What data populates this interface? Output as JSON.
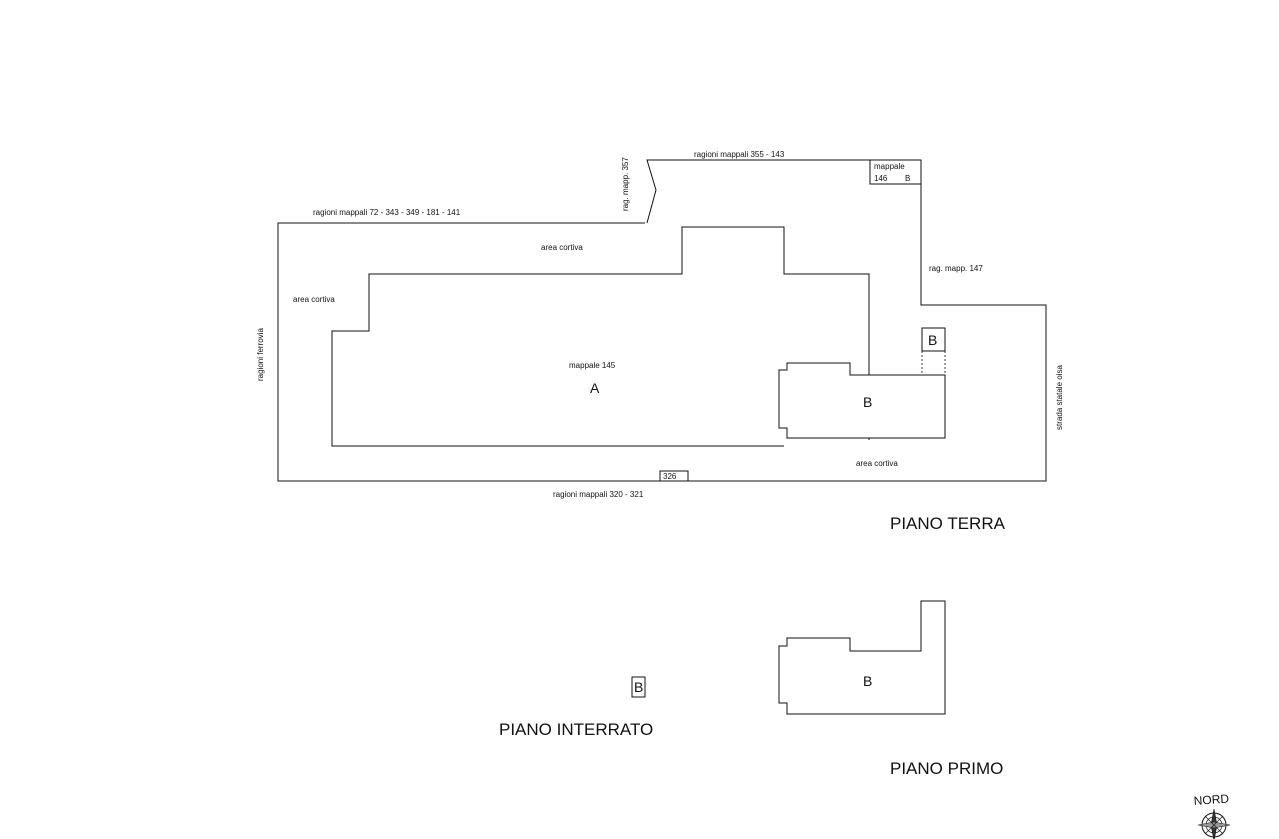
{
  "labels": {
    "north_boundary": "ragioni mappali 355 - 143",
    "northwest_boundary": "ragioni mappali 72 - 343 - 349 - 181 - 141",
    "rag_mapp_357": "rag. mapp. 357",
    "mappale_146_title": "mappale",
    "mappale_146_num": "146",
    "mappale_146_letter": "B",
    "rag_mapp_147": "rag. mapp. 147",
    "area_cortiva_top": "area cortiva",
    "area_cortiva_left": "area cortiva",
    "area_cortiva_bottom": "area cortiva",
    "west_boundary": "ragioni ferrovia",
    "east_boundary": "strada statale oisa",
    "mappale_145": "mappale 145",
    "unit_a": "A",
    "unit_b_terra": "B",
    "unit_b_small": "B",
    "box_326": "326",
    "south_boundary": "ragioni mappali 320 - 321"
  },
  "floors": {
    "terra": {
      "title": "PIANO TERRA"
    },
    "interrato": {
      "title": "PIANO INTERRATO",
      "unit": "B"
    },
    "primo": {
      "title": "PIANO PRIMO",
      "unit": "B"
    }
  },
  "compass": {
    "label": "NORD",
    "icon": "north-arrow-icon"
  }
}
